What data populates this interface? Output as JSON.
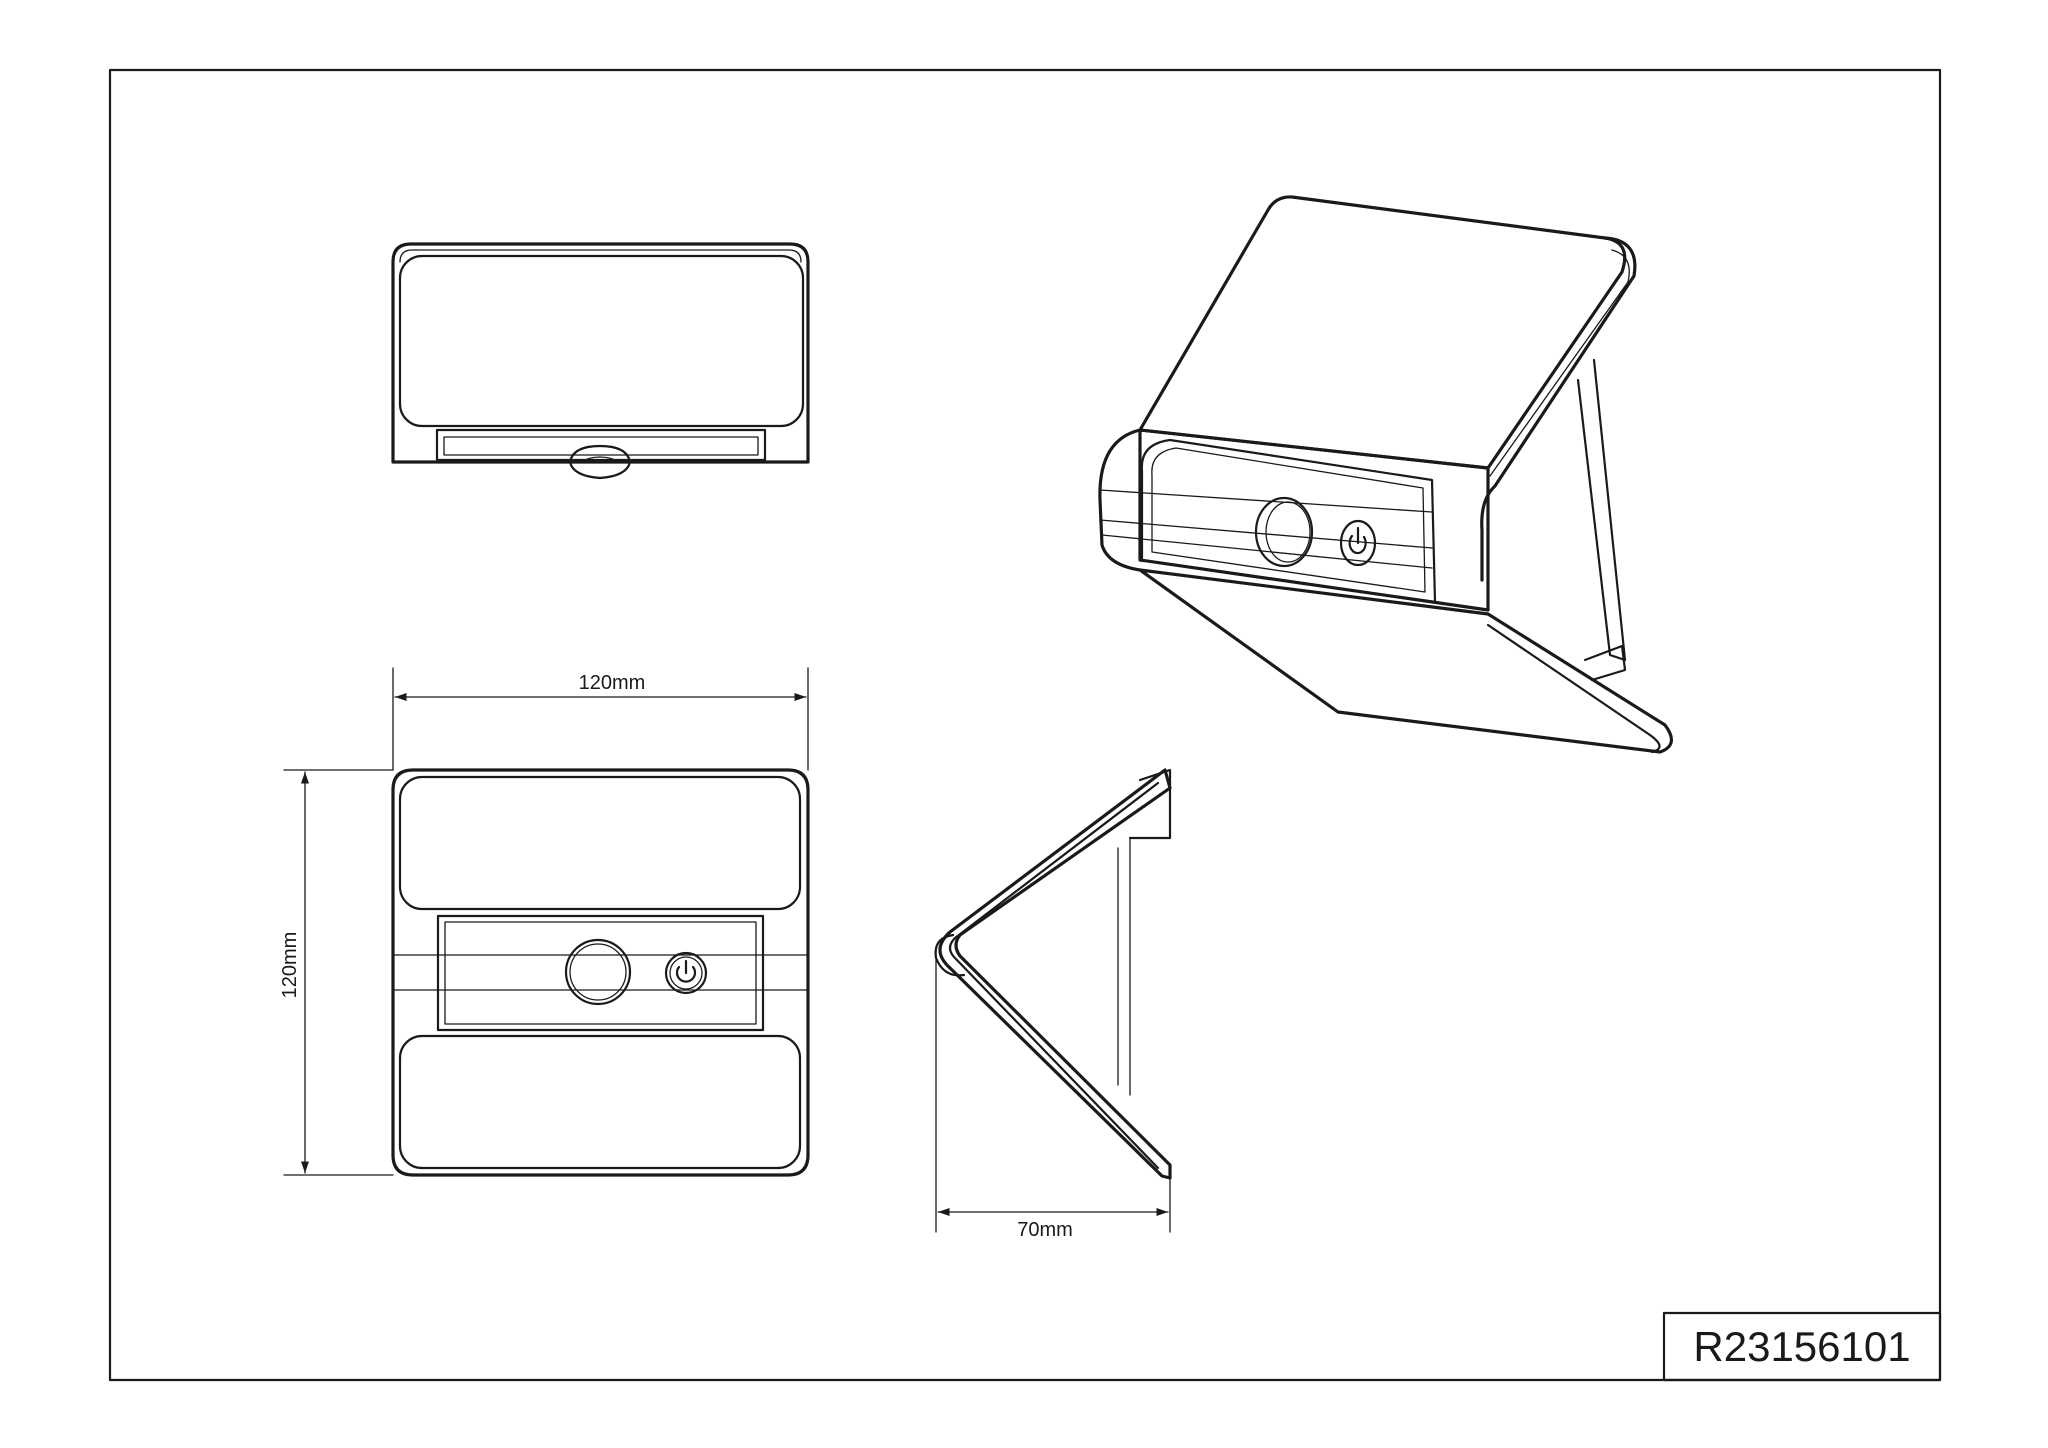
{
  "drawing": {
    "code": "R23156101",
    "dimensions": {
      "width": "120mm",
      "height": "120mm",
      "depth": "70mm"
    }
  },
  "icons": {
    "power_button": "power-icon",
    "motion_sensor": "motion-sensor-icon"
  },
  "colors": {
    "line": "#1a1a1a",
    "background": "#ffffff"
  }
}
